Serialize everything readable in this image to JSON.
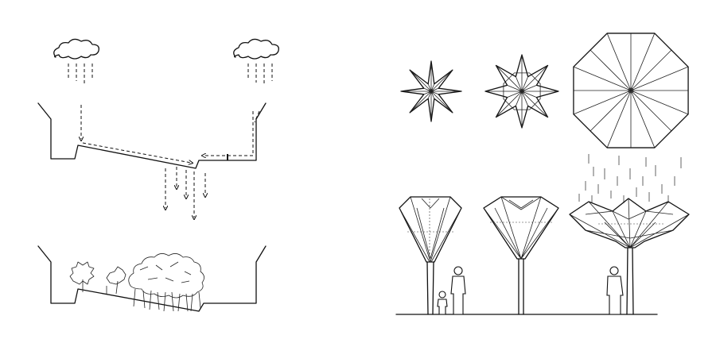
{
  "figure": {
    "background": "#ffffff",
    "line_color": "#111111",
    "panels": {
      "left": {
        "clouds": [
          "cloud-icon",
          "cloud-icon"
        ],
        "sections": [
          "channel-with-runoff",
          "channel-with-vegetation"
        ]
      },
      "right": {
        "plan_views": [
          "eight-point-star",
          "eight-point-star-folded",
          "octagon-canopy"
        ],
        "elevations": [
          "closed-canopy",
          "half-open-canopy",
          "open-canopy-with-rain"
        ],
        "figures": [
          "child-silhouette",
          "adult-silhouette",
          "adult-silhouette"
        ]
      }
    }
  }
}
